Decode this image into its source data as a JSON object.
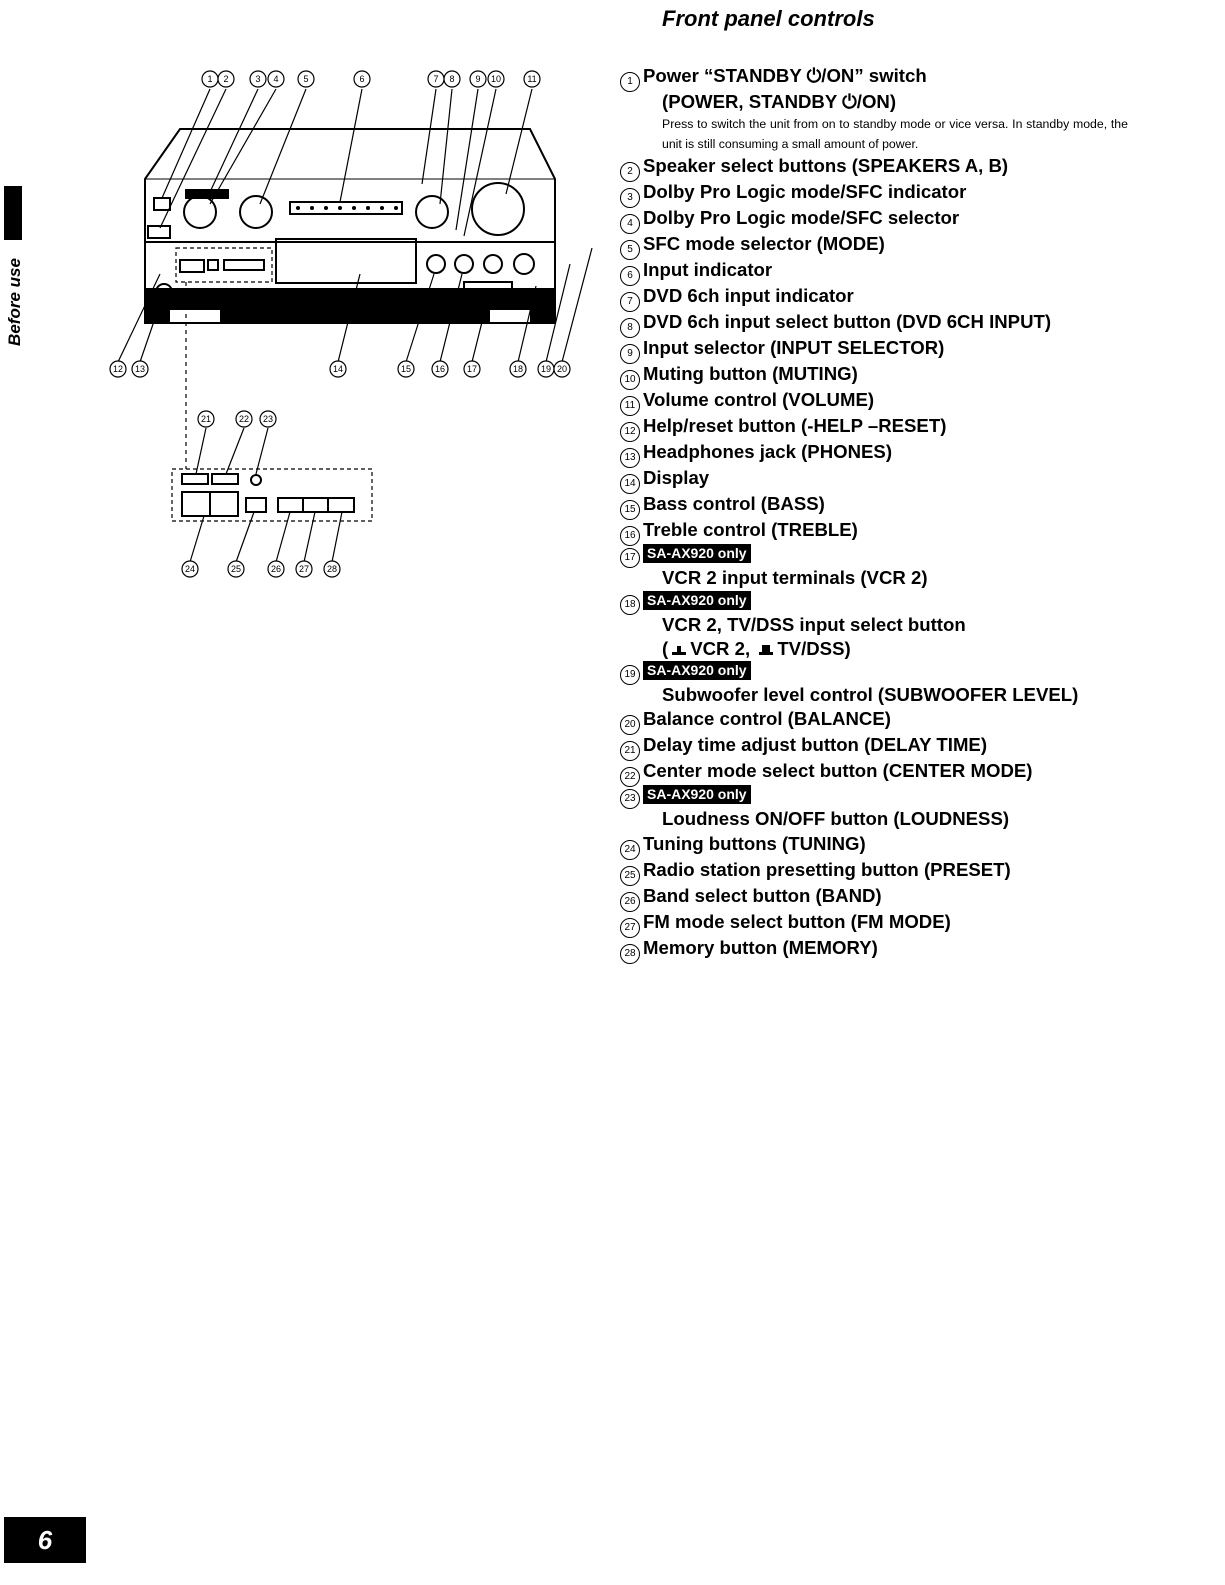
{
  "section_title": "Front panel controls",
  "side_label": "Before use",
  "page_number": "6",
  "controls": [
    {
      "num": "1",
      "lines": [
        "Power “STANDBY ⏻/ON” switch",
        "(POWER, STANDBY ⏻/ON)"
      ],
      "desc": "Press to switch the unit from on to standby mode or vice versa. In standby mode, the unit is still consuming a small amount of power."
    },
    {
      "num": "2",
      "lines": [
        "Speaker select buttons (SPEAKERS A, B)"
      ]
    },
    {
      "num": "3",
      "lines": [
        "Dolby Pro Logic mode/SFC indicator"
      ]
    },
    {
      "num": "4",
      "lines": [
        "Dolby Pro Logic mode/SFC selector"
      ]
    },
    {
      "num": "5",
      "lines": [
        "SFC mode selector (MODE)"
      ]
    },
    {
      "num": "6",
      "lines": [
        "Input indicator"
      ]
    },
    {
      "num": "7",
      "lines": [
        "DVD 6ch input indicator"
      ]
    },
    {
      "num": "8",
      "lines": [
        "DVD 6ch input select button (DVD 6CH INPUT)"
      ]
    },
    {
      "num": "9",
      "lines": [
        "Input selector (INPUT SELECTOR)"
      ]
    },
    {
      "num": "10",
      "lines": [
        "Muting button (MUTING)"
      ]
    },
    {
      "num": "11",
      "lines": [
        "Volume control (VOLUME)"
      ]
    },
    {
      "num": "12",
      "lines": [
        "Help/reset button (-HELP –RESET)"
      ]
    },
    {
      "num": "13",
      "lines": [
        "Headphones jack (PHONES)"
      ]
    },
    {
      "num": "14",
      "lines": [
        "Display"
      ]
    },
    {
      "num": "15",
      "lines": [
        "Bass control (BASS)"
      ]
    },
    {
      "num": "16",
      "lines": [
        "Treble control (TREBLE)"
      ]
    },
    {
      "num": "17",
      "badge": "SA-AX920 only",
      "lines": [
        "VCR 2 input terminals (VCR 2)"
      ]
    },
    {
      "num": "18",
      "badge": "SA-AX920 only",
      "lines": [
        "VCR 2, TV/DSS input select button"
      ]
    },
    {
      "num": "19",
      "badge": "SA-AX920 only",
      "lines": [
        "Subwoofer level control (SUBWOOFER LEVEL)"
      ]
    },
    {
      "num": "20",
      "lines": [
        "Balance control (BALANCE)"
      ]
    },
    {
      "num": "21",
      "lines": [
        "Delay time adjust button (DELAY TIME)"
      ]
    },
    {
      "num": "22",
      "lines": [
        "Center mode select button (CENTER MODE)"
      ]
    },
    {
      "num": "23",
      "badge": "SA-AX920 only",
      "lines": [
        "Loudness ON/OFF button (LOUDNESS)"
      ]
    },
    {
      "num": "24",
      "lines": [
        "Tuning buttons (TUNING)"
      ]
    },
    {
      "num": "25",
      "lines": [
        "Radio station presetting button (PRESET)"
      ]
    },
    {
      "num": "26",
      "lines": [
        "Band select button (BAND)"
      ]
    },
    {
      "num": "27",
      "lines": [
        "FM mode select button (FM MODE)"
      ]
    },
    {
      "num": "28",
      "lines": [
        "Memory button (MEMORY)"
      ]
    }
  ],
  "vcr_switch_line": {
    "open": "(",
    "opt1": "VCR 2,",
    "opt2": "TV/DSS)"
  },
  "diagram_labels": {
    "top": [
      "1",
      "2",
      "3",
      "4",
      "5",
      "6",
      "7",
      "8",
      "9",
      "10",
      "11"
    ],
    "bottom": [
      "12",
      "13",
      "14",
      "15",
      "16",
      "17",
      "18",
      "19",
      "20"
    ],
    "inset_top": [
      "21",
      "22",
      "23"
    ],
    "inset_bottom": [
      "24",
      "25",
      "26",
      "27",
      "28"
    ]
  }
}
